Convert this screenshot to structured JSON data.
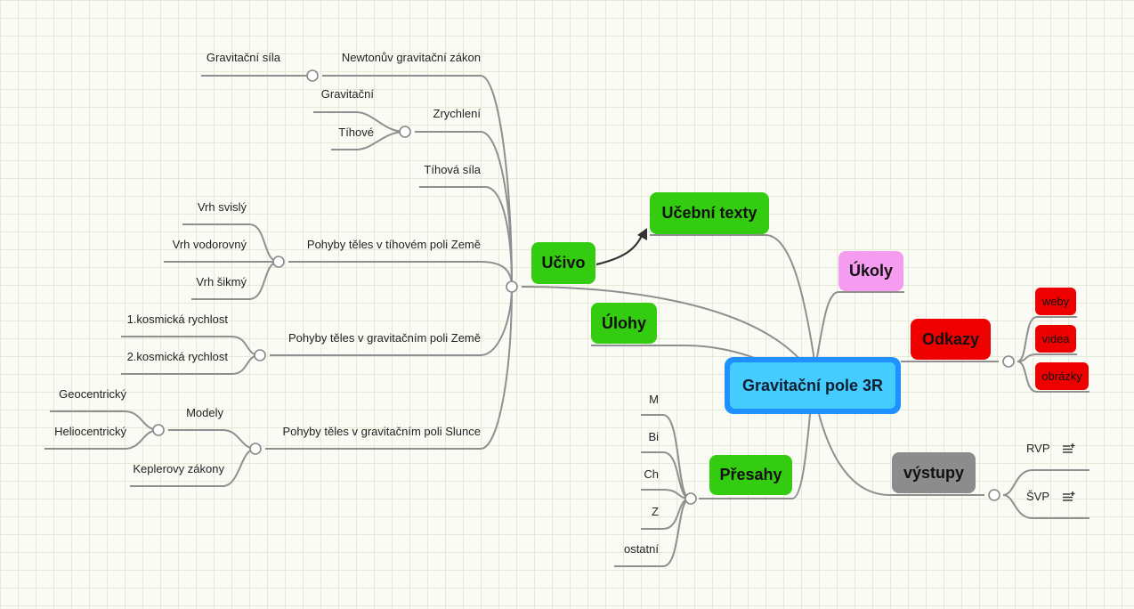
{
  "central": "Gravitační pole 3R",
  "main_topics": {
    "ucivo": "Učivo",
    "ucebni_texty": "Učební texty",
    "ulohy": "Úlohy",
    "ukoly": "Úkoly",
    "odkazy": "Odkazy",
    "presahy": "Přesahy",
    "vystupy": "výstupy"
  },
  "ucivo": {
    "newton": "Newtonův gravitační zákon",
    "grav_sila": "Gravitační síla",
    "zrychleni": "Zrychlení",
    "gravitacni": "Gravitační",
    "tihove": "Tíhové",
    "tihova_sila": "Tíhová síla",
    "pohyby_tihove": "Pohyby těles v tíhovém poli Země",
    "vrh_svisly": "Vrh svislý",
    "vrh_vodorovny": "Vrh vodorovný",
    "vrh_sikmy": "Vrh šikmý",
    "pohyby_grav_zeme": "Pohyby těles v gravitačním poli Země",
    "kosm1": "1.kosmická rychlost",
    "kosm2": "2.kosmická rychlost",
    "pohyby_slunce": "Pohyby těles v gravitačním poli Slunce",
    "modely": "Modely",
    "geocentricky": "Geocentrický",
    "heliocentricky": "Heliocentrický",
    "kepler": "Keplerovy zákony"
  },
  "odkazy": {
    "weby": "weby",
    "videa": "videa",
    "obrazky": "obrázky"
  },
  "presahy": {
    "m": "M",
    "bi": "Bi",
    "ch": "Ch",
    "z": "Z",
    "ostatni": "ostatní"
  },
  "vystupy": {
    "rvp": "RVP",
    "svp": "ŠVP"
  },
  "colors": {
    "green": "#33cc11",
    "pink": "#f59cf0",
    "red": "#ee0000",
    "grey": "#8c8c8c",
    "central_border": "#1e90ff",
    "central_fill": "#44ccff"
  }
}
